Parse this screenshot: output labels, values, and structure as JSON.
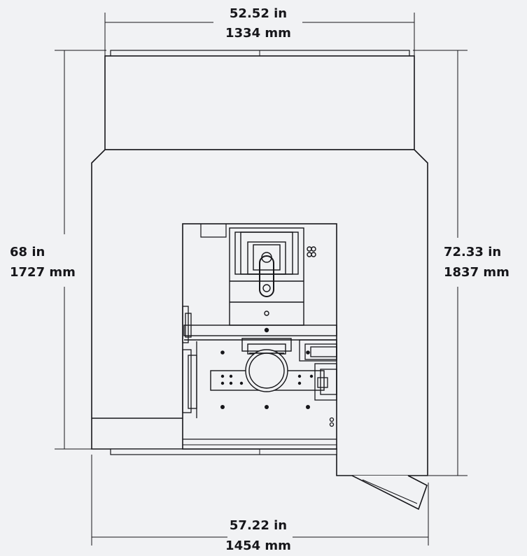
{
  "dimensions": {
    "top_width": {
      "imperial": "52.52 in",
      "metric": "1334 mm"
    },
    "left_height": {
      "imperial": "68 in",
      "metric": "1727 mm"
    },
    "right_height": {
      "imperial": "72.33 in",
      "metric": "1837 mm"
    },
    "bottom_width": {
      "imperial": "57.22 in",
      "metric": "1454 mm"
    }
  },
  "colors": {
    "background": "#f1f2f4",
    "line": "#16161a"
  }
}
